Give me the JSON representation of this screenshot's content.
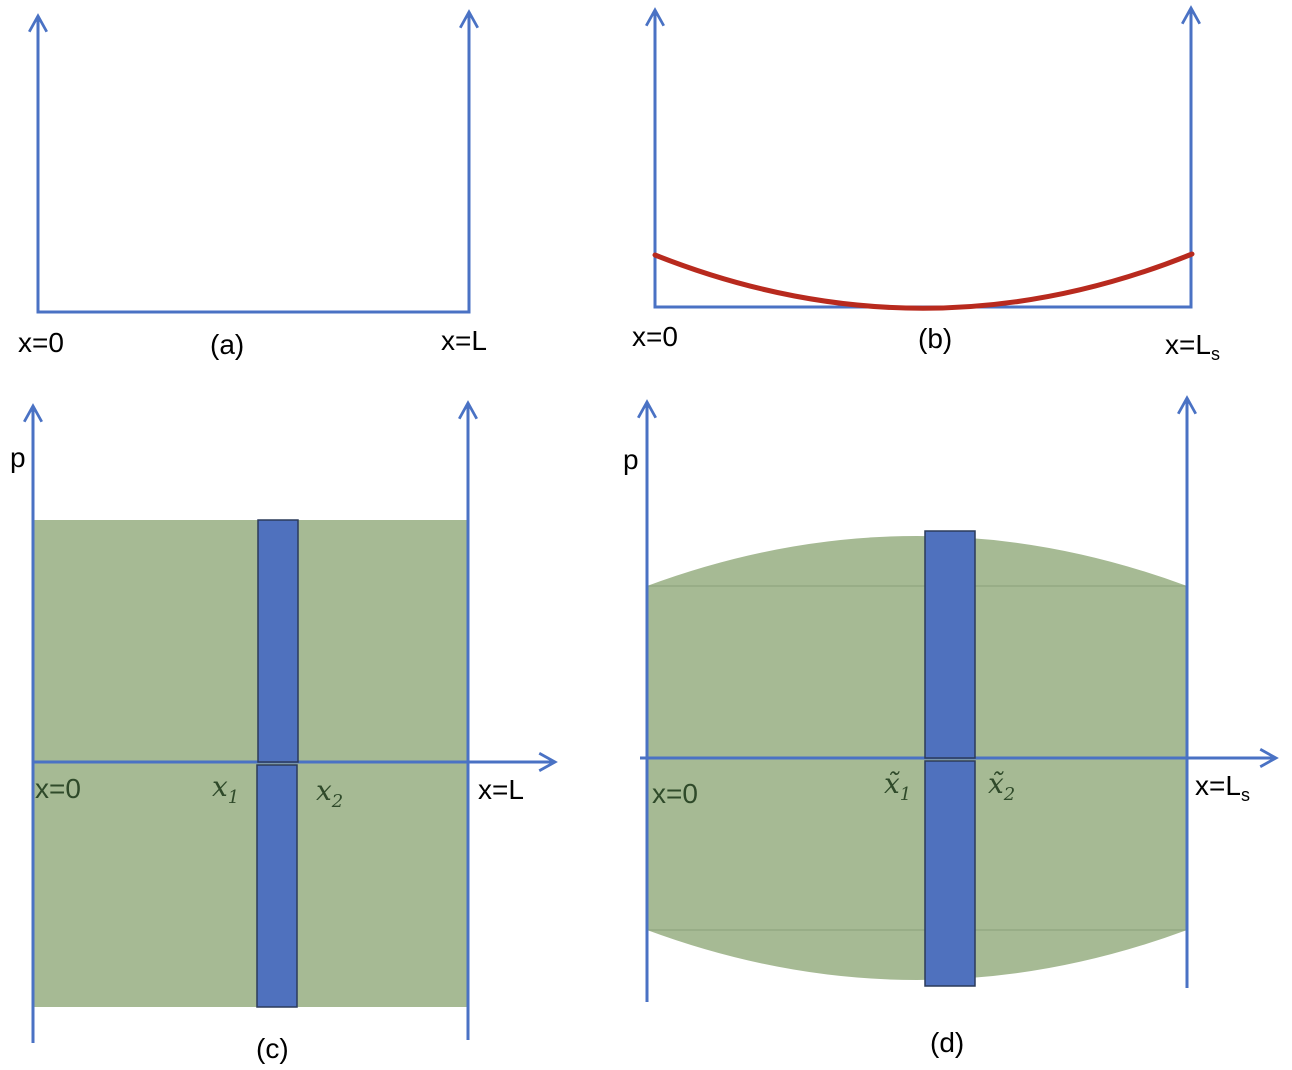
{
  "colors": {
    "axis": "#4a72c4",
    "curve": "#b82a1e",
    "region": "#a6ba94",
    "strip": "#4f71be",
    "strip_border": "#2c3b5a",
    "label_dark": "#2f4a2a"
  },
  "panel_a": {
    "left": "x=0",
    "right": "x=L",
    "caption": "(a)"
  },
  "panel_b": {
    "left": "x=0",
    "right_base": "x=L",
    "right_sub": "s",
    "caption": "(b)"
  },
  "panel_c": {
    "p_label": "p",
    "left": "x=0",
    "x1_base": "x",
    "x1_sub": "1",
    "x2_base": "x",
    "x2_sub": "2",
    "right": "x=L",
    "caption": "(c)"
  },
  "panel_d": {
    "p_label": "p",
    "left": "x=0",
    "x1_base": "x̃",
    "x1_sub": "1",
    "x2_base": "x̃",
    "x2_sub": "2",
    "right_base": "x=L",
    "right_sub": "s",
    "caption": "(d)"
  }
}
